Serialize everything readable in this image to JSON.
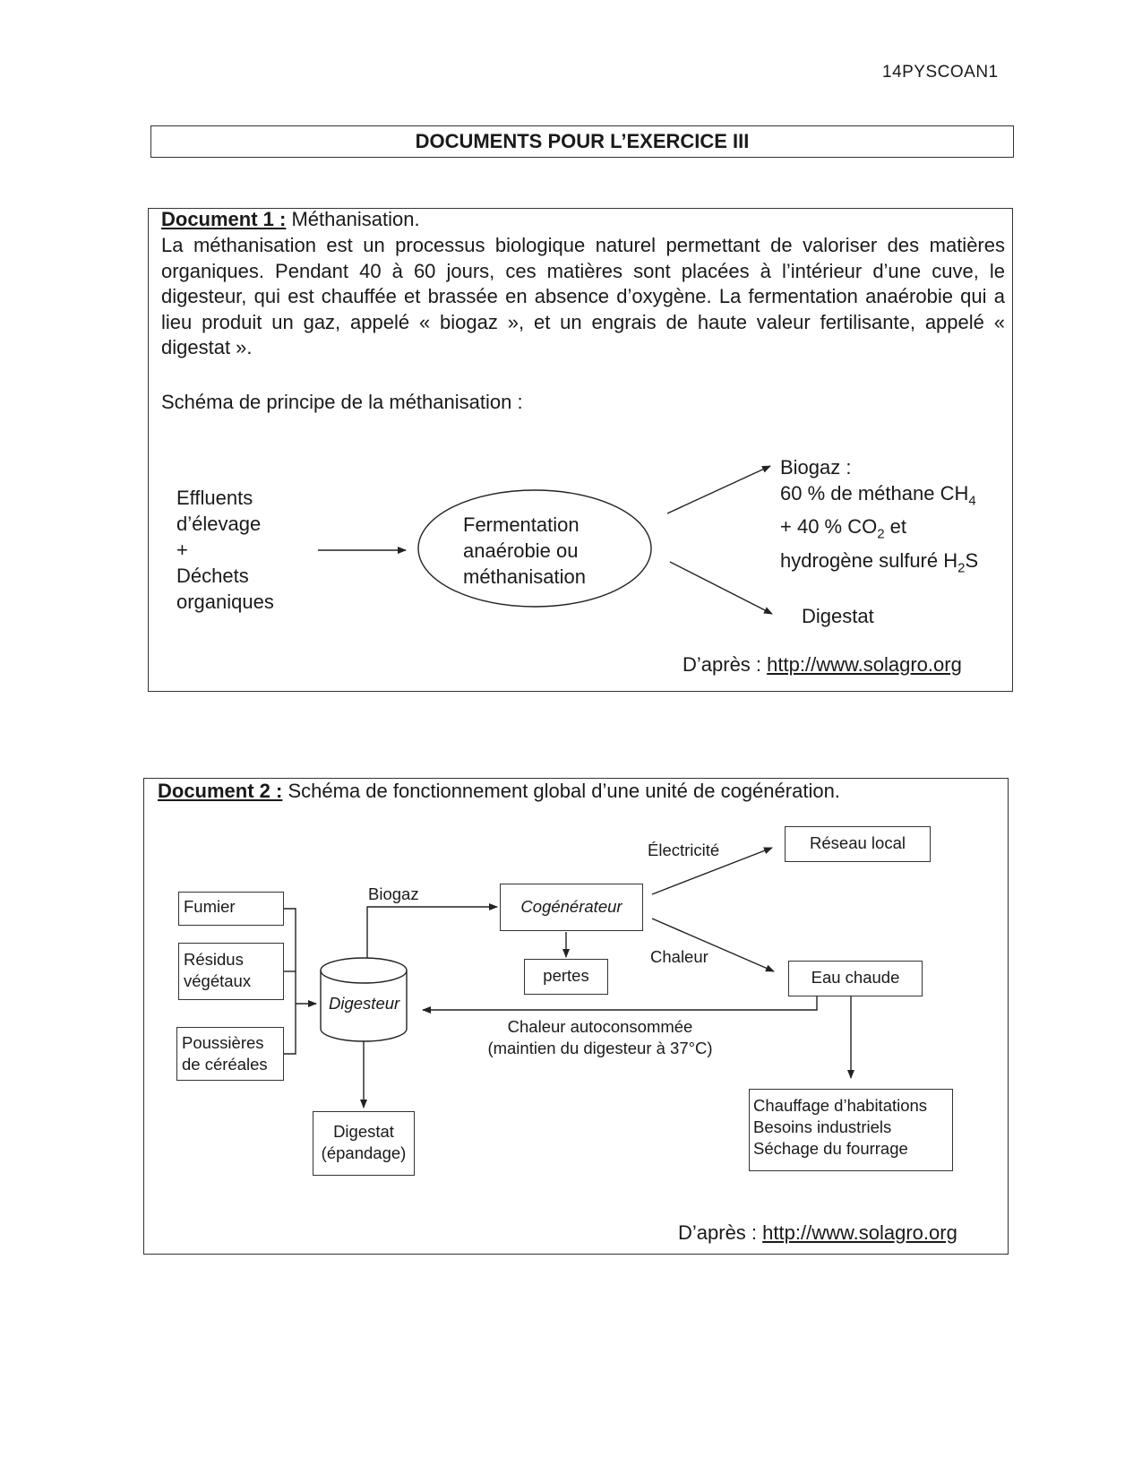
{
  "header": {
    "code": "14PYSCOAN1",
    "title": "DOCUMENTS POUR L’EXERCICE III"
  },
  "doc1": {
    "label": "Document 1 :",
    "title": " Méthanisation.",
    "paragraph": "La méthanisation est un processus biologique naturel permettant de valoriser des matières organiques. Pendant 40 à 60 jours, ces matières sont placées à l’intérieur d’une cuve, le digesteur, qui est chauffée et brassée en absence d’oxygène. La fermentation anaérobie qui a lieu produit un gaz, appelé « biogaz », et un engrais de haute valeur fertilisante, appelé « digestat ».",
    "schema_label": "Schéma de principe de la méthanisation :",
    "inputs": [
      "Effluents",
      "d’élevage",
      "+",
      "Déchets",
      "organiques"
    ],
    "process": [
      "Fermentation",
      "anaérobie ou",
      "méthanisation"
    ],
    "biogaz": {
      "line1": "Biogaz :",
      "line2_pre": "60 % de méthane CH",
      "line2_sub": "4",
      "line3_pre": "+ 40 % CO",
      "line3_sub": "2",
      "line3_post": " et",
      "line4_pre": "hydrogène sulfuré H",
      "line4_sub": "2",
      "line4_post": "S"
    },
    "digestat": "Digestat",
    "source_prefix": "D’après : ",
    "source_url": "http://www.solagro.org"
  },
  "doc2": {
    "label": "Document 2 :",
    "title": " Schéma de fonctionnement global d’une unité de cogénération.",
    "fumier": "Fumier",
    "residus": [
      "Résidus",
      "végétaux"
    ],
    "poussieres": [
      "Poussières",
      "de céréales"
    ],
    "digesteur": "Digesteur",
    "biogaz_label": "Biogaz",
    "cogenerateur": "Cogénérateur",
    "pertes": "pertes",
    "electricite": "Électricité",
    "reseau_local": "Réseau local",
    "chaleur": "Chaleur",
    "eau_chaude": "Eau chaude",
    "chaleur_auto": [
      "Chaleur autoconsommée",
      "(maintien du digesteur à 37°C)"
    ],
    "digestat": [
      "Digestat",
      "(épandage)"
    ],
    "usages": [
      "Chauffage d’habitations",
      "Besoins industriels",
      "Séchage du fourrage"
    ],
    "source_prefix": "D’après : ",
    "source_url": "http://www.solagro.org"
  }
}
